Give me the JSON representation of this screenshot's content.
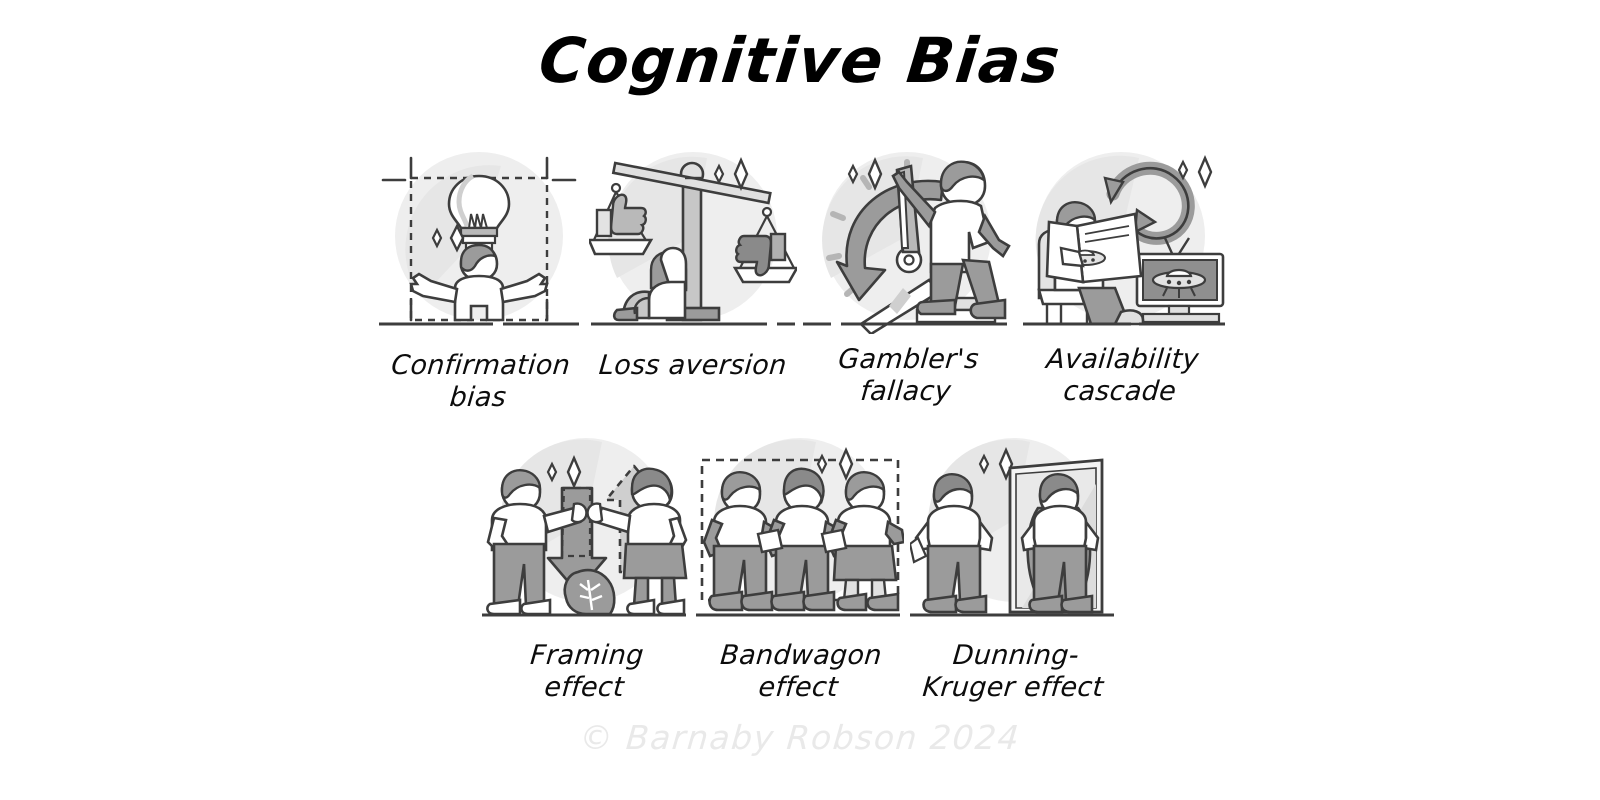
{
  "page": {
    "title": "Cognitive Bias",
    "background_color": "#ffffff",
    "title_color": "#000000"
  },
  "palette": {
    "ink": "#3d3d3d",
    "ink_dark": "#2f2f2f",
    "circle_bg": "#eeeeee",
    "fill_white": "#ffffff",
    "fill_light": "#e3e3e3",
    "fill_mid": "#bdbdbd",
    "fill_dark": "#8f8f8f",
    "fill_darker": "#6e6e6e",
    "caption_color": "#0c0c0c",
    "footer_color": "#e9e9e9"
  },
  "rows": [
    {
      "name": "row-1",
      "items": [
        {
          "id": "confirmation-bias",
          "label": "Confirmation\nbias",
          "icon": "person-lightbulb-frame-icon"
        },
        {
          "id": "loss-aversion",
          "label": "Loss aversion",
          "icon": "balance-scales-thumbs-icon"
        },
        {
          "id": "gamblers-fallacy",
          "label": "Gambler's\nfallacy",
          "icon": "clock-rewind-person-icon"
        },
        {
          "id": "availability-cascade",
          "label": "Availability\ncascade",
          "icon": "newspaper-tv-ufo-loop-icon"
        }
      ]
    },
    {
      "name": "row-2",
      "items": [
        {
          "id": "framing-effect",
          "label": "Framing\neffect",
          "icon": "two-people-up-down-arrows-icon"
        },
        {
          "id": "bandwagon-effect",
          "label": "Bandwagon\neffect",
          "icon": "three-people-line-dashed-frame-icon"
        },
        {
          "id": "dunning-kruger-effect",
          "label": "Dunning-\nKruger effect",
          "icon": "person-mirror-cape-icon"
        }
      ]
    }
  ],
  "footer": {
    "copyright": "© Barnaby Robson 2024"
  }
}
